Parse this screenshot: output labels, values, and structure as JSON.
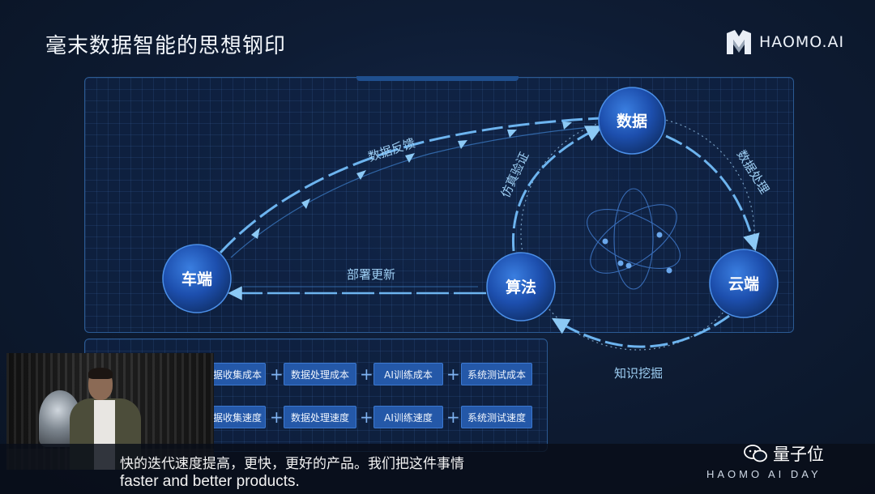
{
  "slide": {
    "title": "毫末数据智能的思想钢印",
    "brand": "HAOMO.AI"
  },
  "diagram": {
    "nodes": {
      "vehicle": "车端",
      "data": "数据",
      "cloud": "云端",
      "algorithm": "算法"
    },
    "edges": {
      "data_feedback": "数据反馈",
      "data_processing": "数据处理",
      "knowledge_mining": "知识挖掘",
      "simulation_verification": "仿真验证",
      "deploy_update": "部署更新"
    }
  },
  "costs": {
    "row1": [
      "据收集成本",
      "数据处理成本",
      "AI训练成本",
      "系统测试成本"
    ],
    "row2": [
      "据收集速度",
      "数据处理速度",
      "AI训练速度",
      "系统测试速度"
    ]
  },
  "subtitles": {
    "zh": "快的迭代速度提高，更快，更好的产品。我们把这件事情",
    "en": "faster and better products."
  },
  "watermark": {
    "channel": "量子位",
    "event": "HAOMO AI DAY"
  },
  "colors": {
    "background": "#0e1c34",
    "node_fill": "#1e56b8",
    "box_fill": "#2458a8",
    "line": "#6db4ef"
  }
}
